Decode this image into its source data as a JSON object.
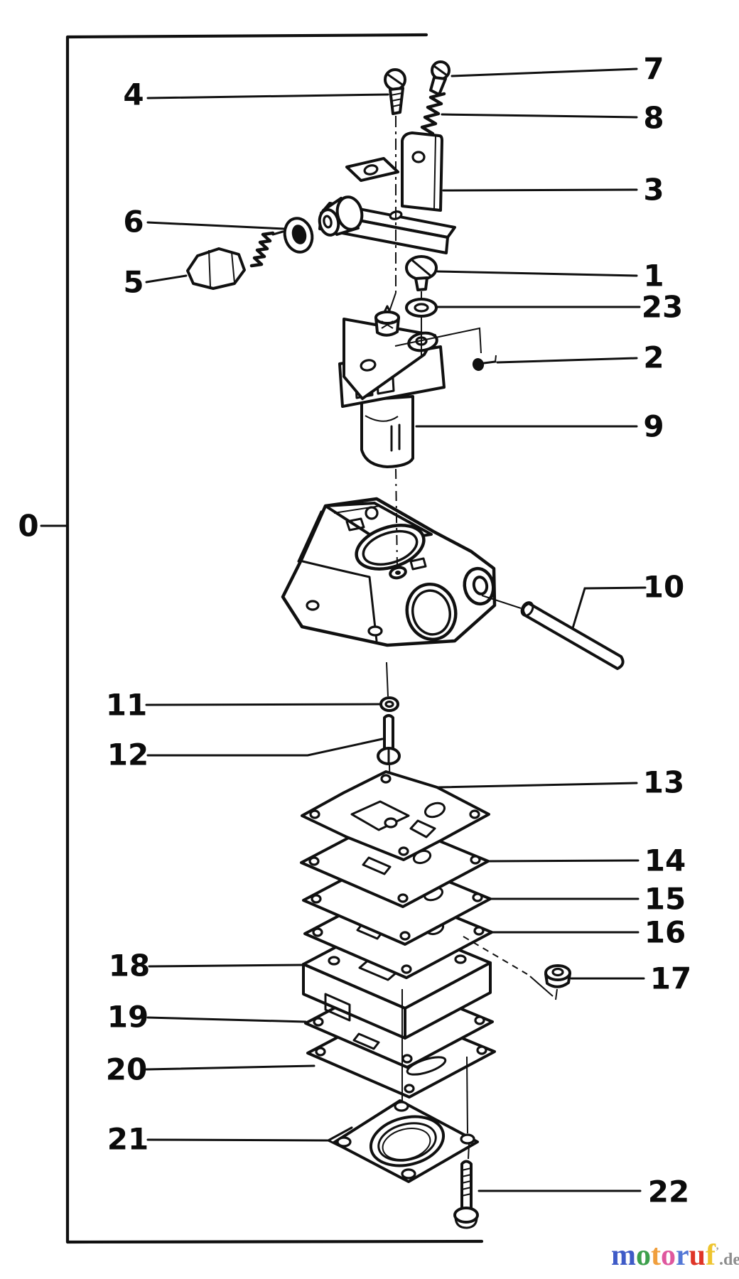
{
  "figure": {
    "kind": "exploded carburetor parts diagram",
    "background": "#ffffff",
    "ink": "#101010"
  },
  "callouts": {
    "c0": {
      "label": "0"
    },
    "c1": {
      "label": "1"
    },
    "c2": {
      "label": "2"
    },
    "c3": {
      "label": "3"
    },
    "c4": {
      "label": "4"
    },
    "c5": {
      "label": "5"
    },
    "c6": {
      "label": "6"
    },
    "c7": {
      "label": "7"
    },
    "c8": {
      "label": "8"
    },
    "c9": {
      "label": "9"
    },
    "c10": {
      "label": "10"
    },
    "c11": {
      "label": "11"
    },
    "c12": {
      "label": "12"
    },
    "c13": {
      "label": "13"
    },
    "c14": {
      "label": "14"
    },
    "c15": {
      "label": "15"
    },
    "c16": {
      "label": "16"
    },
    "c17": {
      "label": "17"
    },
    "c18": {
      "label": "18"
    },
    "c19": {
      "label": "19"
    },
    "c20": {
      "label": "20"
    },
    "c21": {
      "label": "21"
    },
    "c22": {
      "label": "22"
    },
    "c23": {
      "label": "23"
    }
  },
  "watermark": {
    "word": "motoruf",
    "letters": [
      {
        "ch": "m",
        "color": "#3f5bc7"
      },
      {
        "ch": "o",
        "color": "#3da04c"
      },
      {
        "ch": "t",
        "color": "#f09f3d"
      },
      {
        "ch": "o",
        "color": "#df579e"
      },
      {
        "ch": "r",
        "color": "#5377d6"
      },
      {
        "ch": "u",
        "color": "#df3527"
      },
      {
        "ch": "f",
        "color": "#eec42e"
      }
    ],
    "mark": "’",
    "mark_color": "#9a9a9a",
    "suffix": ".de",
    "suffix_color": "#8d8d8d"
  }
}
